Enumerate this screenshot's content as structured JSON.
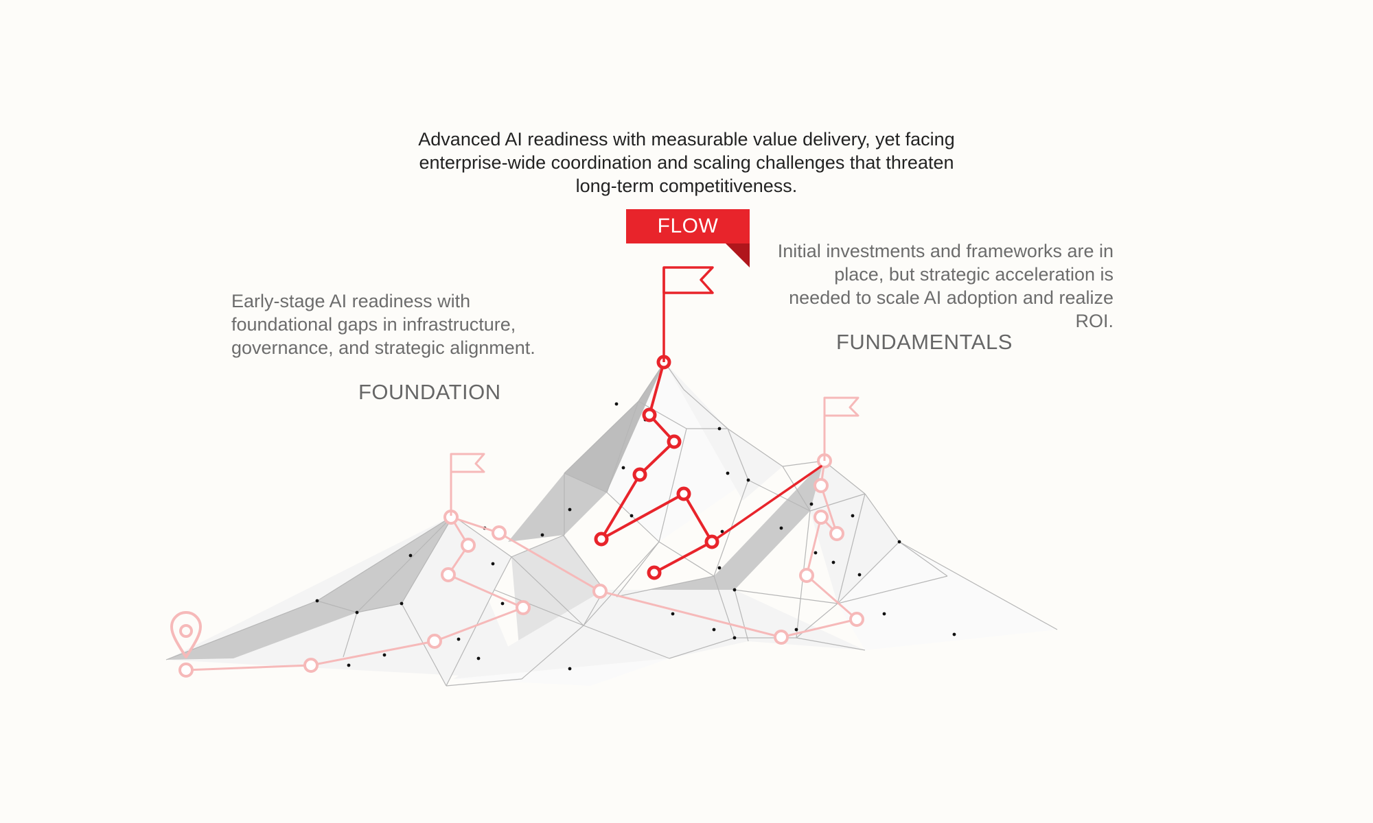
{
  "captions": {
    "flow": "Advanced AI readiness with measurable value delivery, yet facing enterprise-wide coordination and scaling challenges that threaten long-term competitiveness.",
    "foundation": "Early-stage AI readiness with foundational gaps in infrastructure, governance, and strategic alignment.",
    "fundamentals": "Initial investments and frameworks are in place, but strategic acceleration is needed to scale AI adoption and realize ROI."
  },
  "labels": {
    "flow": "FLOW",
    "foundation": "FOUNDATION",
    "fundamentals": "FUNDAMENTALS"
  },
  "colors": {
    "background": "#fdfcf9",
    "accent_red": "#e8242b",
    "accent_red_dark": "#b0161c",
    "faded_red": "#f6b9b9",
    "mountain_light": "#f3f3f3",
    "mountain_shade": "#c9c9c9",
    "mesh_line": "#b8b8b8",
    "caption_dark": "#222222",
    "caption_gray": "#6c6c6c"
  },
  "icons": {
    "start": "location-pin-icon",
    "milestones": "flag-icon",
    "waypoints": "waypoint-circle-icon"
  }
}
